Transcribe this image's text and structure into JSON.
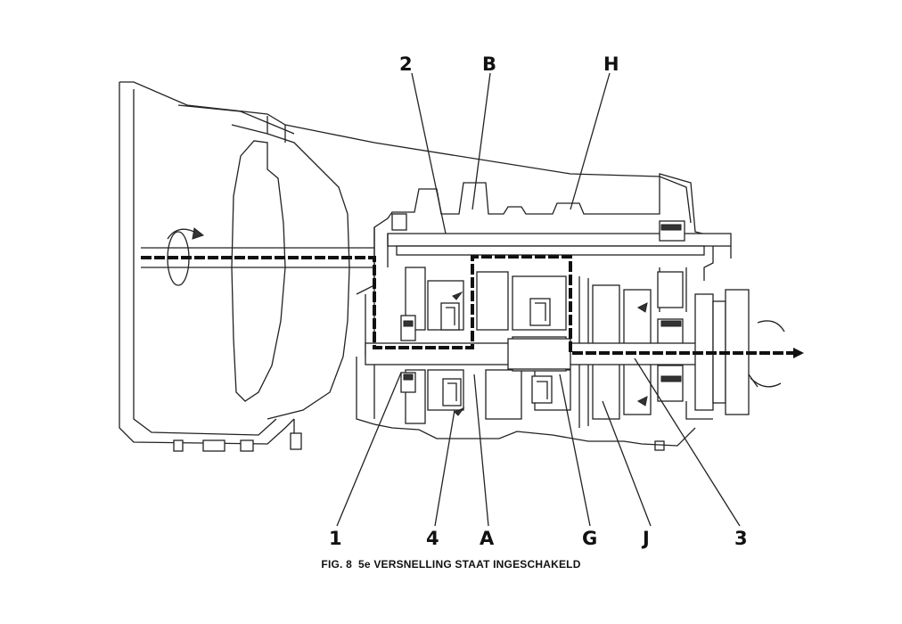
{
  "labels": {
    "top": [
      "2",
      "B",
      "H"
    ],
    "bottom": [
      "1",
      "4",
      "A",
      "G",
      "J",
      "3"
    ]
  },
  "caption": {
    "figure": "FIG. 8",
    "text": "5e VERSNELLING STAAT INGESCHAKELD"
  },
  "colors": {
    "line": "#222222",
    "power_flow": "#111111",
    "background": "#ffffff"
  }
}
